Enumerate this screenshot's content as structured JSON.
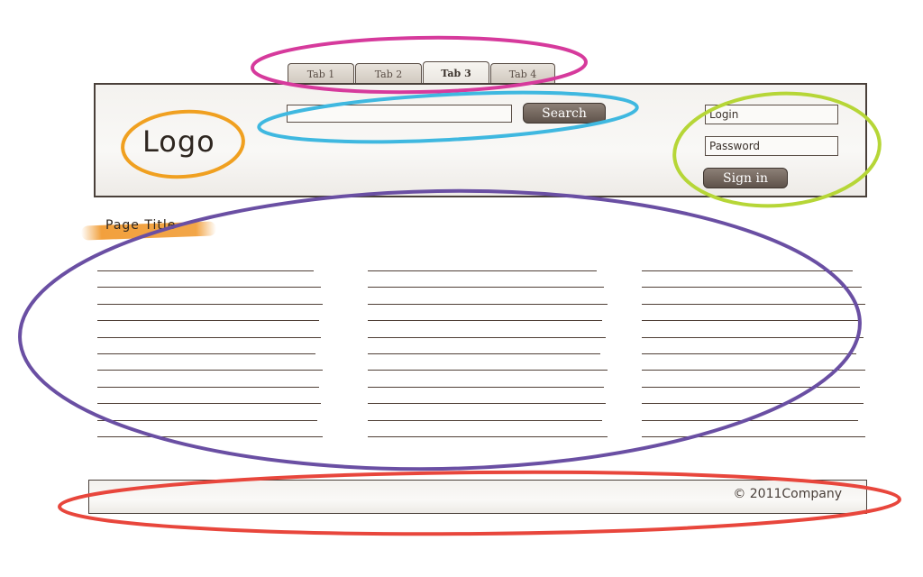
{
  "tabs": [
    {
      "label": "Tab 1"
    },
    {
      "label": "Tab 2"
    },
    {
      "label": "Tab 3"
    },
    {
      "label": "Tab 4"
    }
  ],
  "header": {
    "logo": "Logo",
    "search": {
      "placeholder": "",
      "button_label": "Search"
    },
    "login": {
      "login_placeholder": "Login",
      "password_placeholder": "Password",
      "signin_label": "Sign in"
    }
  },
  "page": {
    "title": "Page Title"
  },
  "footer": {
    "copyright": "© 2011Company"
  },
  "colors": {
    "tabs_highlight": "#d63a9c",
    "search_highlight": "#3fb8e0",
    "logo_highlight": "#f0a020",
    "login_highlight": "#b6d637",
    "content_highlight": "#6a4fa3",
    "footer_highlight": "#e8463c"
  }
}
